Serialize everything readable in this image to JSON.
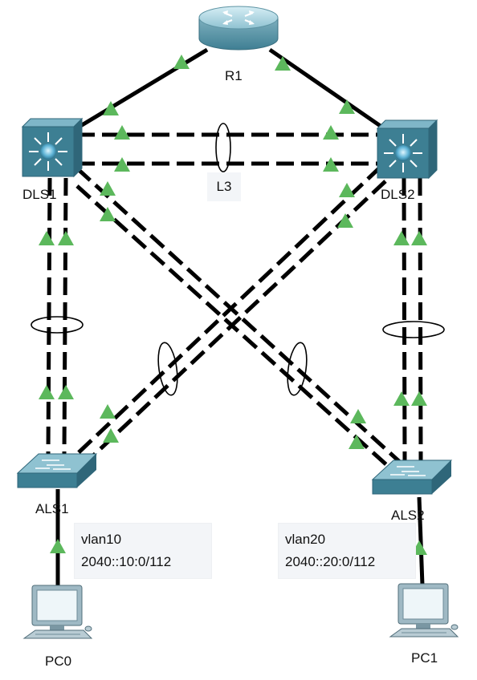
{
  "devices": {
    "router": {
      "label": "R1"
    },
    "dist_switch_1": {
      "label": "DLS1"
    },
    "dist_switch_2": {
      "label": "DLS2"
    },
    "access_switch_1": {
      "label": "ALS1"
    },
    "access_switch_2": {
      "label": "ALS2"
    },
    "pc_0": {
      "label": "PC0"
    },
    "pc_1": {
      "label": "PC1"
    }
  },
  "annotations": {
    "l3_link_label": "L3",
    "vlan10": {
      "name": "vlan10",
      "prefix": "2040::10:0/112"
    },
    "vlan20": {
      "name": "vlan20",
      "prefix": "2040::20:0/112"
    }
  },
  "colors": {
    "link_up_indicator": "#5cb85c",
    "switch_body": "#3d7f93",
    "router_body": "#8fb8c4",
    "cable": "#000000"
  },
  "icons": {
    "router": "router-icon",
    "multilayer_switch": "multilayer-switch-icon",
    "access_switch": "switch-icon",
    "pc": "pc-icon",
    "link_status": "link-up-triangle-icon"
  }
}
